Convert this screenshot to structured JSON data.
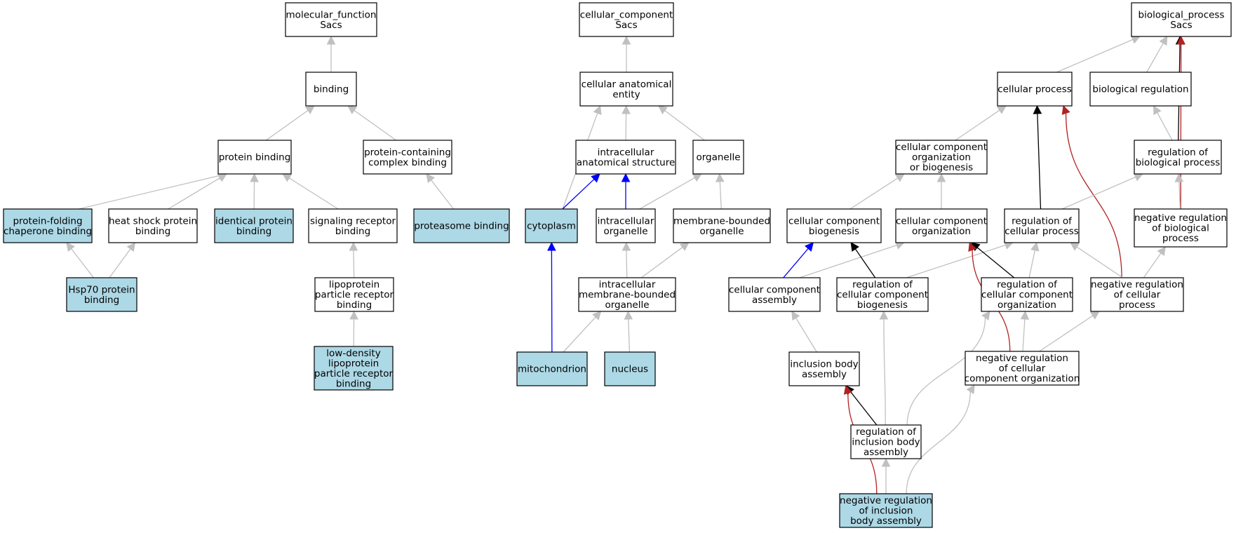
{
  "colors": {
    "highlight_fill": "#add8e6",
    "plain_fill": "#ffffff",
    "is_a": "#c0c0c0",
    "part_of": "#0000ff",
    "regulates": "#000000",
    "negatively_regulates": "#b22222"
  },
  "nodes": [
    {
      "id": "mf",
      "lines": [
        "molecular_function",
        "Sacs"
      ],
      "highlight": false
    },
    {
      "id": "binding",
      "lines": [
        "binding"
      ],
      "highlight": false
    },
    {
      "id": "protein_binding",
      "lines": [
        "protein binding"
      ],
      "highlight": false
    },
    {
      "id": "protein_containing_complex_binding",
      "lines": [
        "protein-containing",
        "complex binding"
      ],
      "highlight": false
    },
    {
      "id": "protein_folding_chaperone_binding",
      "lines": [
        "protein-folding",
        "chaperone binding"
      ],
      "highlight": true
    },
    {
      "id": "heat_shock_protein_binding",
      "lines": [
        "heat shock protein",
        "binding"
      ],
      "highlight": false
    },
    {
      "id": "identical_protein_binding",
      "lines": [
        "identical protein",
        "binding"
      ],
      "highlight": true
    },
    {
      "id": "signaling_receptor_binding",
      "lines": [
        "signaling receptor",
        "binding"
      ],
      "highlight": false
    },
    {
      "id": "proteasome_binding",
      "lines": [
        "proteasome binding"
      ],
      "highlight": true
    },
    {
      "id": "hsp70_protein_binding",
      "lines": [
        "Hsp70 protein",
        "binding"
      ],
      "highlight": true
    },
    {
      "id": "lipoprotein_particle_receptor_binding",
      "lines": [
        "lipoprotein",
        "particle receptor",
        "binding"
      ],
      "highlight": false
    },
    {
      "id": "ldl_particle_receptor_binding",
      "lines": [
        "low-density",
        "lipoprotein",
        "particle receptor",
        "binding"
      ],
      "highlight": true
    },
    {
      "id": "cc",
      "lines": [
        "cellular_component",
        "Sacs"
      ],
      "highlight": false
    },
    {
      "id": "cellular_anatomical_entity",
      "lines": [
        "cellular anatomical",
        "entity"
      ],
      "highlight": false
    },
    {
      "id": "intracellular_anatomical_structure",
      "lines": [
        "intracellular",
        "anatomical structure"
      ],
      "highlight": false
    },
    {
      "id": "organelle",
      "lines": [
        "organelle"
      ],
      "highlight": false
    },
    {
      "id": "cytoplasm",
      "lines": [
        "cytoplasm"
      ],
      "highlight": true
    },
    {
      "id": "intracellular_organelle",
      "lines": [
        "intracellular",
        "organelle"
      ],
      "highlight": false
    },
    {
      "id": "membrane_bounded_organelle",
      "lines": [
        "membrane-bounded",
        "organelle"
      ],
      "highlight": false
    },
    {
      "id": "intracellular_membrane_bounded_organelle",
      "lines": [
        "intracellular",
        "membrane-bounded",
        "organelle"
      ],
      "highlight": false
    },
    {
      "id": "mitochondrion",
      "lines": [
        "mitochondrion"
      ],
      "highlight": true
    },
    {
      "id": "nucleus",
      "lines": [
        "nucleus"
      ],
      "highlight": true
    },
    {
      "id": "bp",
      "lines": [
        "biological_process",
        "Sacs"
      ],
      "highlight": false
    },
    {
      "id": "cellular_process",
      "lines": [
        "cellular process"
      ],
      "highlight": false
    },
    {
      "id": "biological_regulation",
      "lines": [
        "biological regulation"
      ],
      "highlight": false
    },
    {
      "id": "cc_org_or_biogenesis",
      "lines": [
        "cellular component",
        "organization",
        "or biogenesis"
      ],
      "highlight": false
    },
    {
      "id": "regulation_of_biological_process",
      "lines": [
        "regulation of",
        "biological process"
      ],
      "highlight": false
    },
    {
      "id": "cc_biogenesis",
      "lines": [
        "cellular component",
        "biogenesis"
      ],
      "highlight": false
    },
    {
      "id": "cc_organization",
      "lines": [
        "cellular component",
        "organization"
      ],
      "highlight": false
    },
    {
      "id": "regulation_of_cellular_process",
      "lines": [
        "regulation of",
        "cellular process"
      ],
      "highlight": false
    },
    {
      "id": "neg_reg_biological_process",
      "lines": [
        "negative regulation",
        "of biological",
        "process"
      ],
      "highlight": false
    },
    {
      "id": "cc_assembly",
      "lines": [
        "cellular component",
        "assembly"
      ],
      "highlight": false
    },
    {
      "id": "reg_cc_biogenesis",
      "lines": [
        "regulation of",
        "cellular component",
        "biogenesis"
      ],
      "highlight": false
    },
    {
      "id": "reg_cc_organization",
      "lines": [
        "regulation of",
        "cellular component",
        "organization"
      ],
      "highlight": false
    },
    {
      "id": "neg_reg_cellular_process",
      "lines": [
        "negative regulation",
        "of cellular",
        "process"
      ],
      "highlight": false
    },
    {
      "id": "inclusion_body_assembly",
      "lines": [
        "inclusion body",
        "assembly"
      ],
      "highlight": false
    },
    {
      "id": "neg_reg_cc_organization",
      "lines": [
        "negative regulation",
        "of cellular",
        "component organization"
      ],
      "highlight": false
    },
    {
      "id": "reg_inclusion_body_assembly",
      "lines": [
        "regulation of",
        "inclusion body",
        "assembly"
      ],
      "highlight": false
    },
    {
      "id": "neg_reg_inclusion_body_assembly",
      "lines": [
        "negative regulation",
        "of inclusion",
        "body assembly"
      ],
      "highlight": true
    }
  ],
  "edges": [
    {
      "from": "binding",
      "to": "mf",
      "type": "is_a"
    },
    {
      "from": "protein_binding",
      "to": "binding",
      "type": "is_a"
    },
    {
      "from": "protein_containing_complex_binding",
      "to": "binding",
      "type": "is_a"
    },
    {
      "from": "protein_folding_chaperone_binding",
      "to": "protein_binding",
      "type": "is_a"
    },
    {
      "from": "heat_shock_protein_binding",
      "to": "protein_binding",
      "type": "is_a"
    },
    {
      "from": "identical_protein_binding",
      "to": "protein_binding",
      "type": "is_a"
    },
    {
      "from": "signaling_receptor_binding",
      "to": "protein_binding",
      "type": "is_a"
    },
    {
      "from": "proteasome_binding",
      "to": "protein_containing_complex_binding",
      "type": "is_a"
    },
    {
      "from": "hsp70_protein_binding",
      "to": "protein_folding_chaperone_binding",
      "type": "is_a"
    },
    {
      "from": "hsp70_protein_binding",
      "to": "heat_shock_protein_binding",
      "type": "is_a"
    },
    {
      "from": "lipoprotein_particle_receptor_binding",
      "to": "signaling_receptor_binding",
      "type": "is_a"
    },
    {
      "from": "ldl_particle_receptor_binding",
      "to": "lipoprotein_particle_receptor_binding",
      "type": "is_a"
    },
    {
      "from": "cellular_anatomical_entity",
      "to": "cc",
      "type": "is_a"
    },
    {
      "from": "intracellular_anatomical_structure",
      "to": "cellular_anatomical_entity",
      "type": "is_a"
    },
    {
      "from": "organelle",
      "to": "cellular_anatomical_entity",
      "type": "is_a"
    },
    {
      "from": "cytoplasm",
      "to": "cellular_anatomical_entity",
      "type": "is_a"
    },
    {
      "from": "cytoplasm",
      "to": "intracellular_anatomical_structure",
      "type": "part_of"
    },
    {
      "from": "intracellular_organelle",
      "to": "intracellular_anatomical_structure",
      "type": "part_of"
    },
    {
      "from": "intracellular_organelle",
      "to": "organelle",
      "type": "is_a"
    },
    {
      "from": "membrane_bounded_organelle",
      "to": "organelle",
      "type": "is_a"
    },
    {
      "from": "intracellular_membrane_bounded_organelle",
      "to": "intracellular_organelle",
      "type": "is_a"
    },
    {
      "from": "intracellular_membrane_bounded_organelle",
      "to": "membrane_bounded_organelle",
      "type": "is_a"
    },
    {
      "from": "mitochondrion",
      "to": "cytoplasm",
      "type": "part_of"
    },
    {
      "from": "mitochondrion",
      "to": "intracellular_membrane_bounded_organelle",
      "type": "is_a"
    },
    {
      "from": "nucleus",
      "to": "intracellular_membrane_bounded_organelle",
      "type": "is_a"
    },
    {
      "from": "cellular_process",
      "to": "bp",
      "type": "is_a"
    },
    {
      "from": "biological_regulation",
      "to": "bp",
      "type": "is_a"
    },
    {
      "from": "regulation_of_biological_process",
      "to": "bp",
      "type": "regulates"
    },
    {
      "from": "neg_reg_biological_process",
      "to": "bp",
      "type": "negatively_regulates"
    },
    {
      "from": "cc_org_or_biogenesis",
      "to": "cellular_process",
      "type": "is_a"
    },
    {
      "from": "regulation_of_cellular_process",
      "to": "cellular_process",
      "type": "regulates"
    },
    {
      "from": "neg_reg_cellular_process",
      "to": "cellular_process",
      "type": "negatively_regulates"
    },
    {
      "from": "regulation_of_biological_process",
      "to": "biological_regulation",
      "type": "is_a"
    },
    {
      "from": "cc_biogenesis",
      "to": "cc_org_or_biogenesis",
      "type": "is_a"
    },
    {
      "from": "cc_organization",
      "to": "cc_org_or_biogenesis",
      "type": "is_a"
    },
    {
      "from": "regulation_of_cellular_process",
      "to": "regulation_of_biological_process",
      "type": "is_a"
    },
    {
      "from": "neg_reg_biological_process",
      "to": "regulation_of_biological_process",
      "type": "is_a"
    },
    {
      "from": "cc_assembly",
      "to": "cc_biogenesis",
      "type": "part_of"
    },
    {
      "from": "cc_assembly",
      "to": "cc_organization",
      "type": "is_a"
    },
    {
      "from": "reg_cc_biogenesis",
      "to": "cc_biogenesis",
      "type": "regulates"
    },
    {
      "from": "reg_cc_biogenesis",
      "to": "regulation_of_cellular_process",
      "type": "is_a"
    },
    {
      "from": "reg_cc_organization",
      "to": "cc_organization",
      "type": "regulates"
    },
    {
      "from": "reg_cc_organization",
      "to": "regulation_of_cellular_process",
      "type": "is_a"
    },
    {
      "from": "neg_reg_cellular_process",
      "to": "regulation_of_cellular_process",
      "type": "is_a"
    },
    {
      "from": "neg_reg_cellular_process",
      "to": "neg_reg_biological_process",
      "type": "is_a"
    },
    {
      "from": "inclusion_body_assembly",
      "to": "cc_assembly",
      "type": "is_a"
    },
    {
      "from": "neg_reg_cc_organization",
      "to": "cc_organization",
      "type": "negatively_regulates"
    },
    {
      "from": "neg_reg_cc_organization",
      "to": "reg_cc_organization",
      "type": "is_a"
    },
    {
      "from": "neg_reg_cc_organization",
      "to": "neg_reg_cellular_process",
      "type": "is_a"
    },
    {
      "from": "reg_inclusion_body_assembly",
      "to": "inclusion_body_assembly",
      "type": "regulates"
    },
    {
      "from": "reg_inclusion_body_assembly",
      "to": "reg_cc_biogenesis",
      "type": "is_a"
    },
    {
      "from": "reg_inclusion_body_assembly",
      "to": "reg_cc_organization",
      "type": "is_a"
    },
    {
      "from": "neg_reg_inclusion_body_assembly",
      "to": "inclusion_body_assembly",
      "type": "negatively_regulates"
    },
    {
      "from": "neg_reg_inclusion_body_assembly",
      "to": "reg_inclusion_body_assembly",
      "type": "is_a"
    },
    {
      "from": "neg_reg_inclusion_body_assembly",
      "to": "neg_reg_cc_organization",
      "type": "is_a"
    }
  ]
}
